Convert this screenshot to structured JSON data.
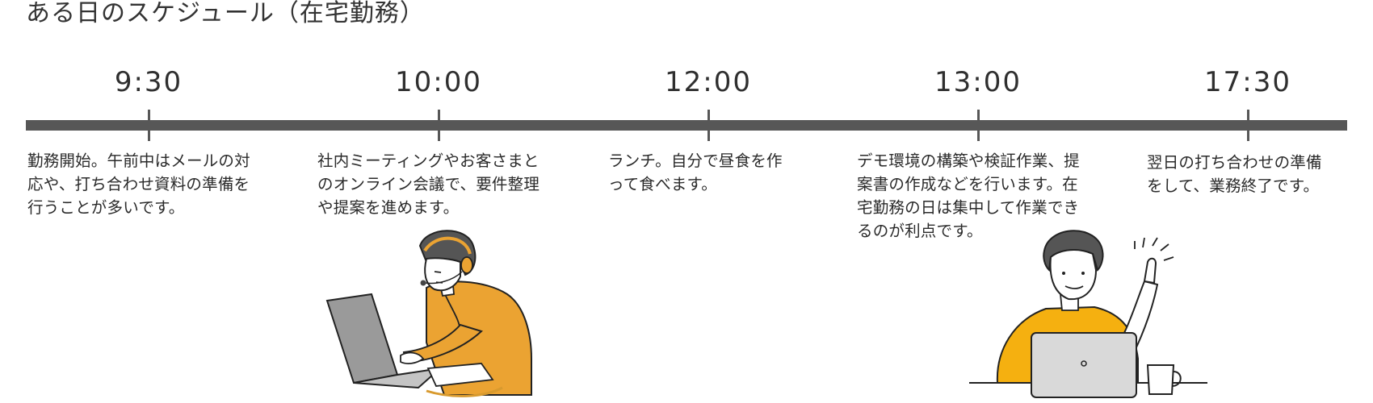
{
  "title": "ある日のスケジュール（在宅勤務）",
  "schedule": [
    {
      "time": "9:30",
      "lines": [
        "勤務開始。午前中はメールの対",
        "応や、打ち合わせ資料の準備を",
        "行うことが多いです。"
      ]
    },
    {
      "time": "10:00",
      "lines": [
        "社内ミーティングやお客さまと",
        "のオンライン会議で、要件整理",
        "や提案を進めます。"
      ]
    },
    {
      "time": "12:00",
      "lines": [
        "ランチ。自分で昼食を作",
        "って食べます。"
      ]
    },
    {
      "time": "13:00",
      "lines": [
        "デモ環境の構築や検証作業、提",
        "案書の作成などを行います。在",
        "宅勤務の日は集中して作業でき",
        "るのが利点です。"
      ]
    },
    {
      "time": "17:30",
      "lines": [
        "翌日の打ち合わせの準備",
        "をして、業務終了です。"
      ]
    }
  ],
  "colors": {
    "timeline": "#575757",
    "accent_orange": "#EBA332",
    "accent_yellow": "#F5B010",
    "laptop_gray": "#9A9A9A",
    "laptop_light": "#D9D9D9"
  },
  "illustrations": {
    "left": "person-with-headset-typing-on-laptop",
    "right": "person-pointing-up-with-laptop-and-mug"
  }
}
